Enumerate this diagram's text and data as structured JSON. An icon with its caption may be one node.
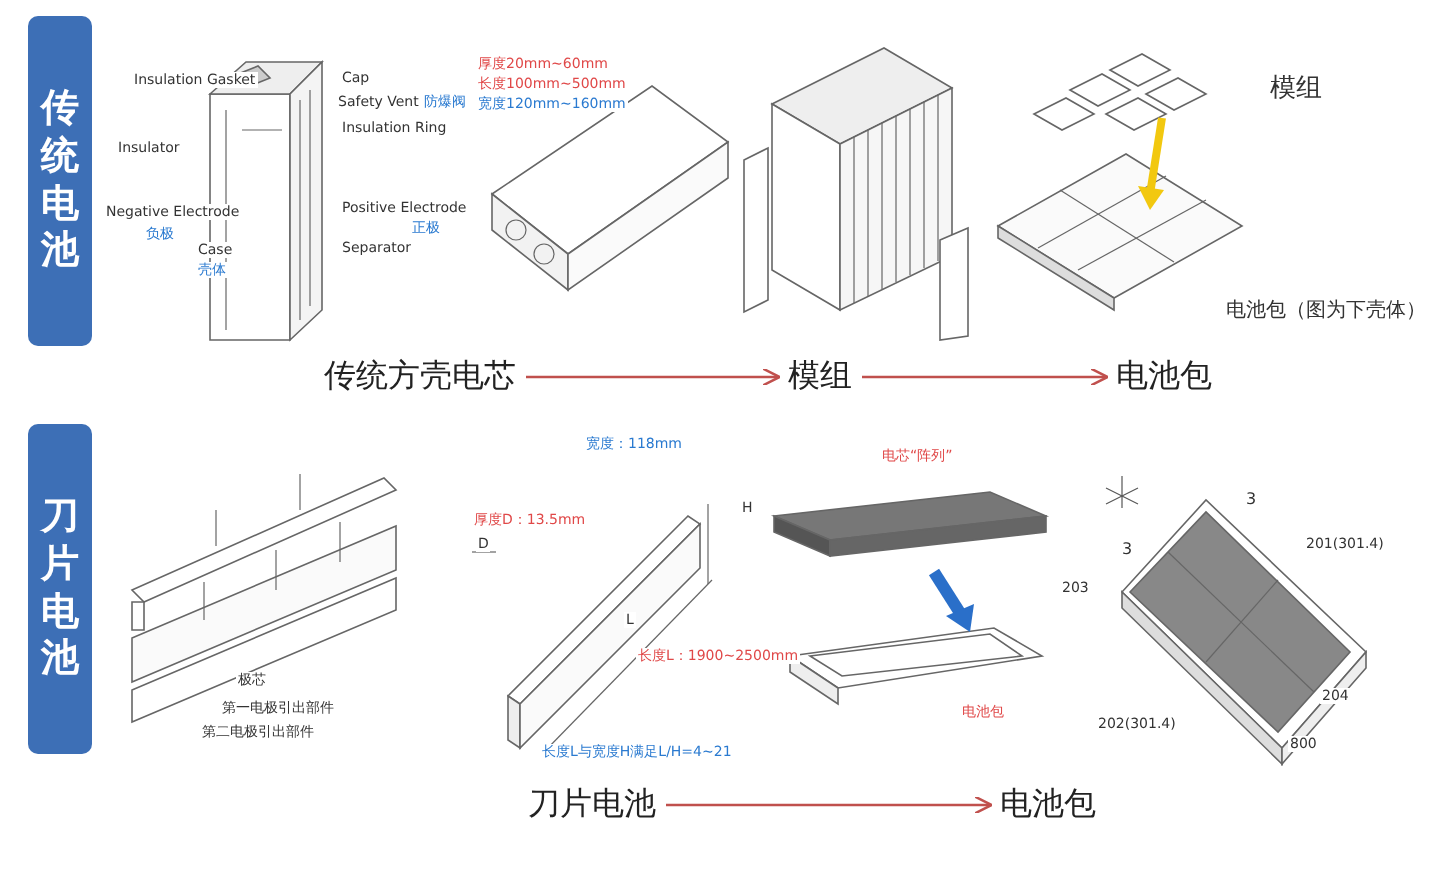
{
  "diagram": {
    "nodes": [
      {
        "text": [
          "传统电池"
        ]
      },
      {
        "text": [],
        "shape": "picture"
      },
      {
        "text": [],
        "shape": "picture"
      },
      {
        "text": [],
        "shape": "picture"
      },
      {
        "text": [],
        "shape": "picture"
      },
      {
        "text": [
          "传统方壳电芯"
        ]
      },
      {
        "text": [
          "模组"
        ]
      },
      {
        "text": [
          "电池包"
        ]
      },
      {
        "text": [
          "刀片电池"
        ]
      },
      {
        "text": [],
        "shape": "picture"
      },
      {
        "text": [],
        "shape": "picture"
      },
      {
        "text": [],
        "shape": "picture"
      },
      {
        "text": [],
        "shape": "picture"
      },
      {
        "text": [
          "刀片电池"
        ]
      },
      {
        "text": [
          "电池包"
        ]
      }
    ],
    "edges": [
      {
        "from": 5,
        "to": 6,
        "arrow": "to"
      },
      {
        "from": 6,
        "to": 7,
        "arrow": "to"
      },
      {
        "from": 13,
        "to": 14,
        "arrow": "to"
      }
    ],
    "labels": [
      "Insulation Gasket",
      "Cap",
      "Safety Vent",
      "防爆阀",
      "Insulator",
      "Insulation Ring",
      "Negative Electrode",
      "Positive Electrode",
      "负极",
      "正极",
      "Case",
      "Separator",
      "壳体",
      "厚度20mm~60mm",
      "长度100mm~500mm",
      "宽度120mm~160mm",
      "模组",
      "电池包（图为下壳体）",
      "极芯",
      "第一电极引出部件",
      "第二电极引出部件",
      "宽度：118mm",
      "厚度D：13.5mm",
      "D",
      "H",
      "L",
      "长度L：1900~2500mm",
      "长度L与宽度H满足L/H=4~21",
      "电芯“阵列”",
      "电池包",
      "3",
      "3",
      "201(301.4)",
      "203",
      "204",
      "202(301.4)",
      "800"
    ]
  }
}
